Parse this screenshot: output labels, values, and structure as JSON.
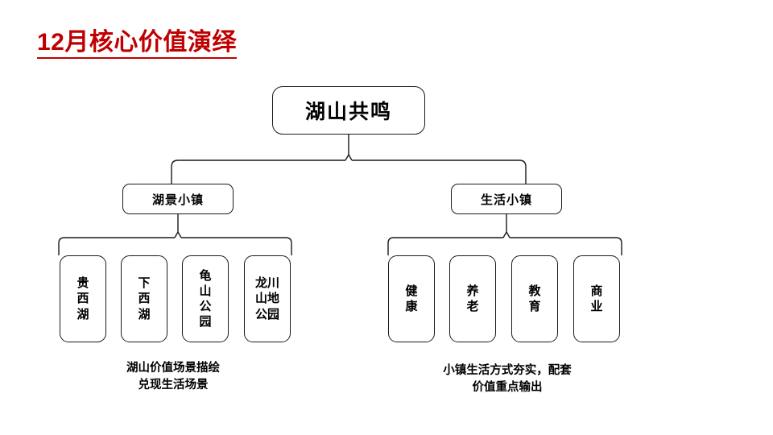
{
  "slide": {
    "title": "12月核心价值演绎",
    "title_color": "#C00000",
    "background_color": "#FFFFFF",
    "line_color": "#1A1A1A"
  },
  "diagram": {
    "root": {
      "label": "湖山共鸣"
    },
    "branches": [
      {
        "label": "湖景小镇",
        "side": "left"
      },
      {
        "label": "生活小镇",
        "side": "right"
      }
    ],
    "left_leaves": [
      {
        "label": "贵西湖",
        "columns": 1
      },
      {
        "label": "下西湖",
        "columns": 1
      },
      {
        "label": "龟山公园",
        "columns": 1
      },
      {
        "label": "龙川山地公园",
        "columns": 2
      }
    ],
    "right_leaves": [
      {
        "label": "健康",
        "columns": 1
      },
      {
        "label": "养老",
        "columns": 1
      },
      {
        "label": "教育",
        "columns": 1
      },
      {
        "label": "商业",
        "columns": 1
      }
    ],
    "captions": {
      "left": "湖山价值场景描绘\n兑现生活场景",
      "right": "小镇生活方式夯实，配套\n价值重点输出"
    }
  }
}
